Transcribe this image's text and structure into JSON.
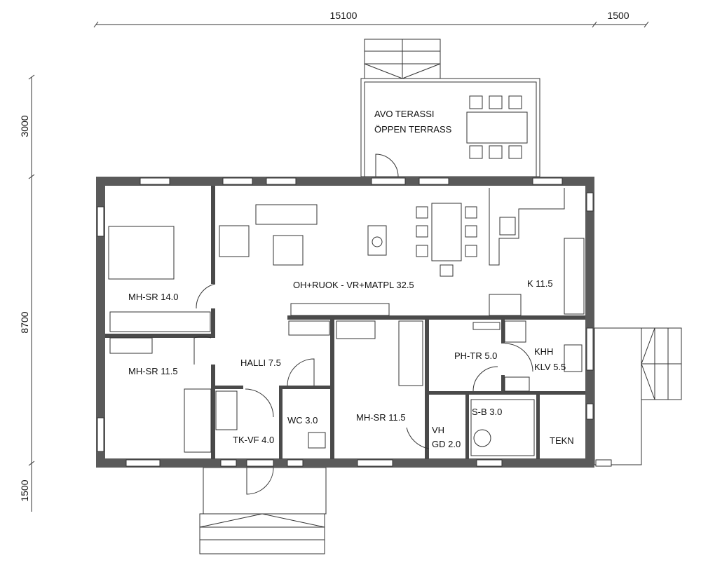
{
  "dimensions": {
    "top_main": "15100",
    "top_porch": "1500",
    "left_terrace": "3000",
    "left_main": "8700",
    "left_entry": "1500"
  },
  "rooms": {
    "terrace_fi": "AVO TERASSI",
    "terrace_sv": "ÖPPEN TERRASS",
    "bedroom1": "MH-SR 14.0",
    "living": "OH+RUOK - VR+MATPL 32.5",
    "kitchen": "K  11.5",
    "bedroom2": "MH-SR 11.5",
    "hall": "HALLI 7.5",
    "bath": "PH-TR 5.0",
    "utility_fi": "KHH",
    "utility_sv": "KLV 5.5",
    "closet": "TK-VF 4.0",
    "wc": "WC 3.0",
    "bedroom3": "MH-SR 11.5",
    "sauna": "S-B 3.0",
    "wardrobe_fi": "VH",
    "wardrobe_sv": "GD 2.0",
    "technical": "TEKN"
  }
}
